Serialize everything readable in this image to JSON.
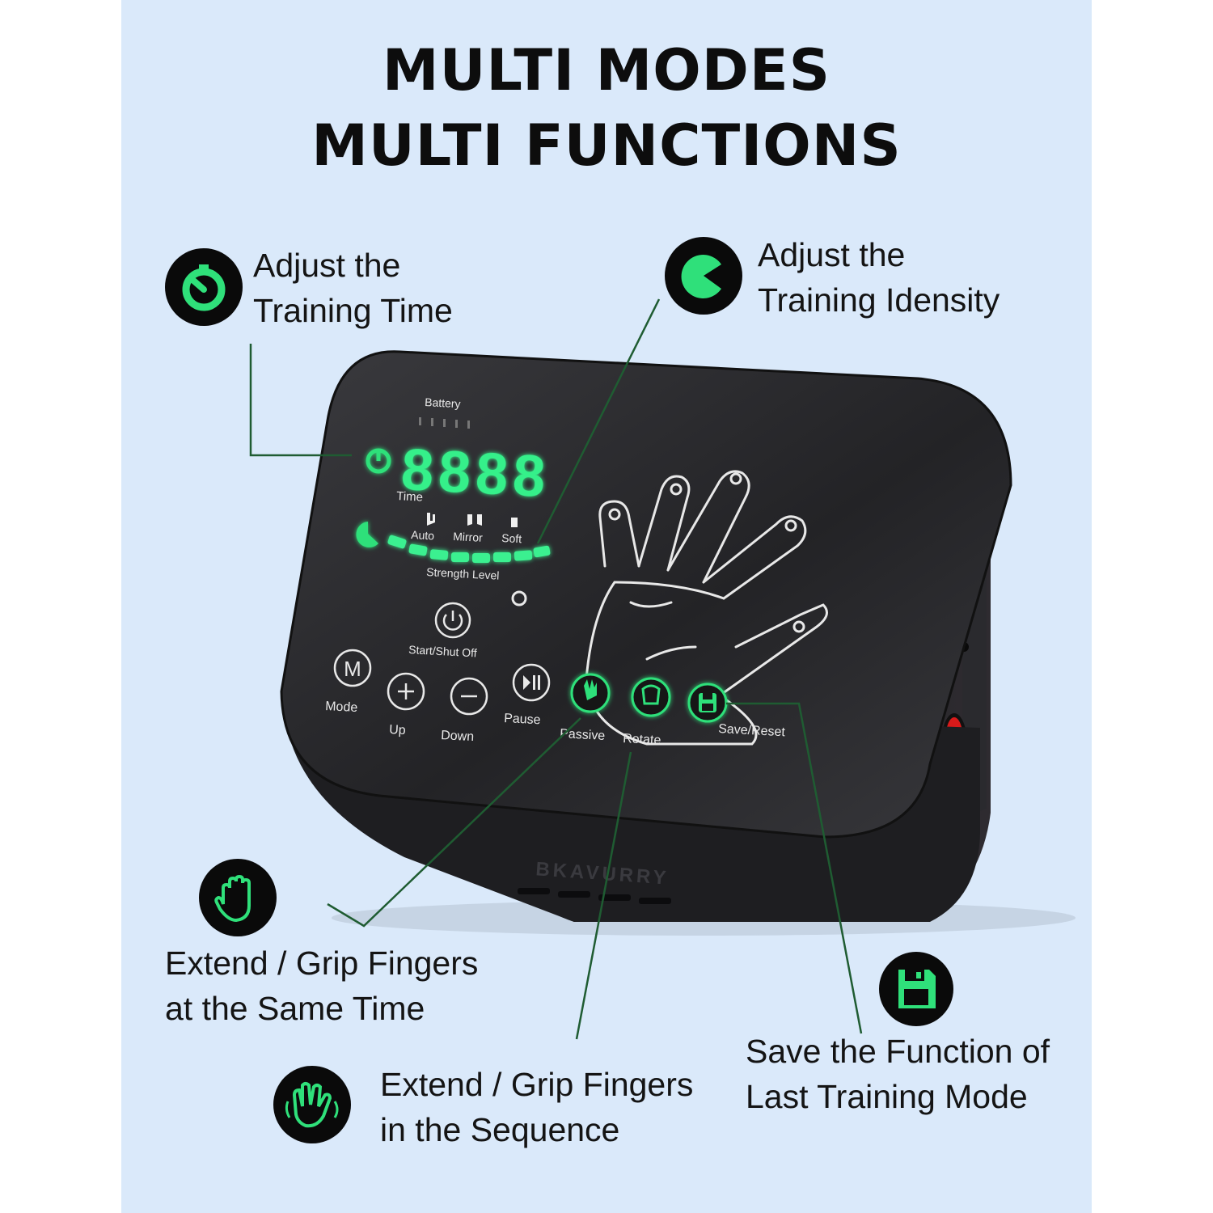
{
  "headline": {
    "line1": "MULTI MODES",
    "line2": "MULTI FUNCTIONS"
  },
  "callouts": {
    "time": {
      "line1": "Adjust the",
      "line2": "Training Time",
      "icon": "timer-icon"
    },
    "intensity": {
      "line1": "Adjust the",
      "line2": "Training Idensity",
      "icon": "intensity-gauge-icon"
    },
    "passive": {
      "line1": "Extend / Grip Fingers",
      "line2": "at the Same Time",
      "icon": "open-hand-icon"
    },
    "rotate": {
      "line1": "Extend / Grip Fingers",
      "line2": "in the Sequence",
      "icon": "waving-hand-icon"
    },
    "save": {
      "line1": "Save the Function of",
      "line2": "Last Training Mode",
      "icon": "floppy-disk-icon"
    }
  },
  "device": {
    "brand": "BKAVURRY",
    "battery_label": "Battery",
    "display_digits": "8888",
    "time_label": "Time",
    "strength_label": "Strength Level",
    "mode_labels": {
      "auto": "Auto",
      "mirror": "Mirror",
      "soft": "Soft"
    },
    "buttons": {
      "start": "Start/Shut Off",
      "mode": "Mode",
      "mode_glyph": "M",
      "up": "Up",
      "down": "Down",
      "pause": "Pause",
      "passive": "Passive",
      "rotate": "Rotate",
      "save": "Save/Reset"
    }
  },
  "colors": {
    "background": "#dae9fa",
    "accent_green": "#2fe07a",
    "device_body": "#1f1f22",
    "leader_line": "#1f5c32"
  }
}
